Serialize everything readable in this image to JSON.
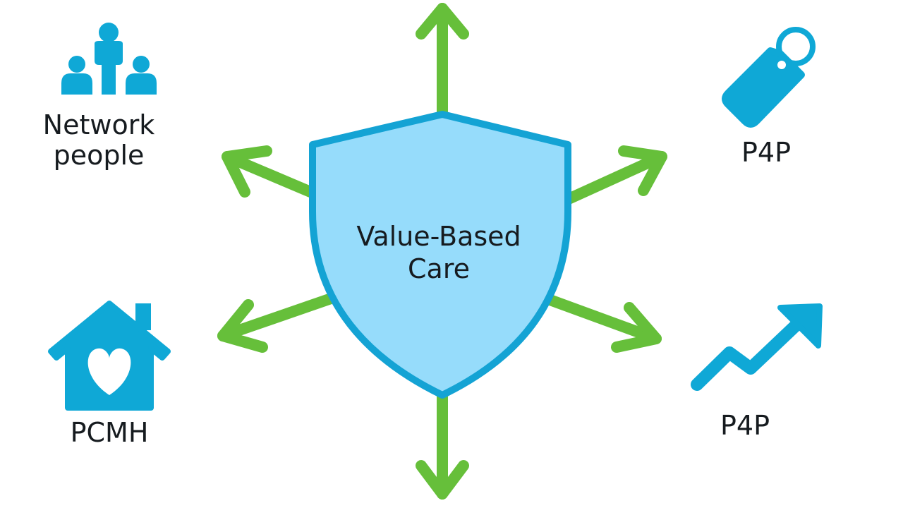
{
  "center": {
    "line1": "Value-Based",
    "line2": "Care"
  },
  "nodes": {
    "network": {
      "line1": "Network",
      "line2": "people",
      "icon": "network-people-icon"
    },
    "p4p_top": {
      "label": "P4P",
      "icon": "price-tag-icon"
    },
    "pcmh": {
      "label": "PCMH",
      "icon": "home-heart-icon"
    },
    "p4p_bottom": {
      "label": "P4P",
      "icon": "trend-up-arrow-icon"
    }
  },
  "colors": {
    "icon_blue": "#0fa8d6",
    "shield_fill": "#96dcfb",
    "shield_border": "#14a3d4",
    "arrow_green": "#66bf3a",
    "text": "#161b1f"
  }
}
